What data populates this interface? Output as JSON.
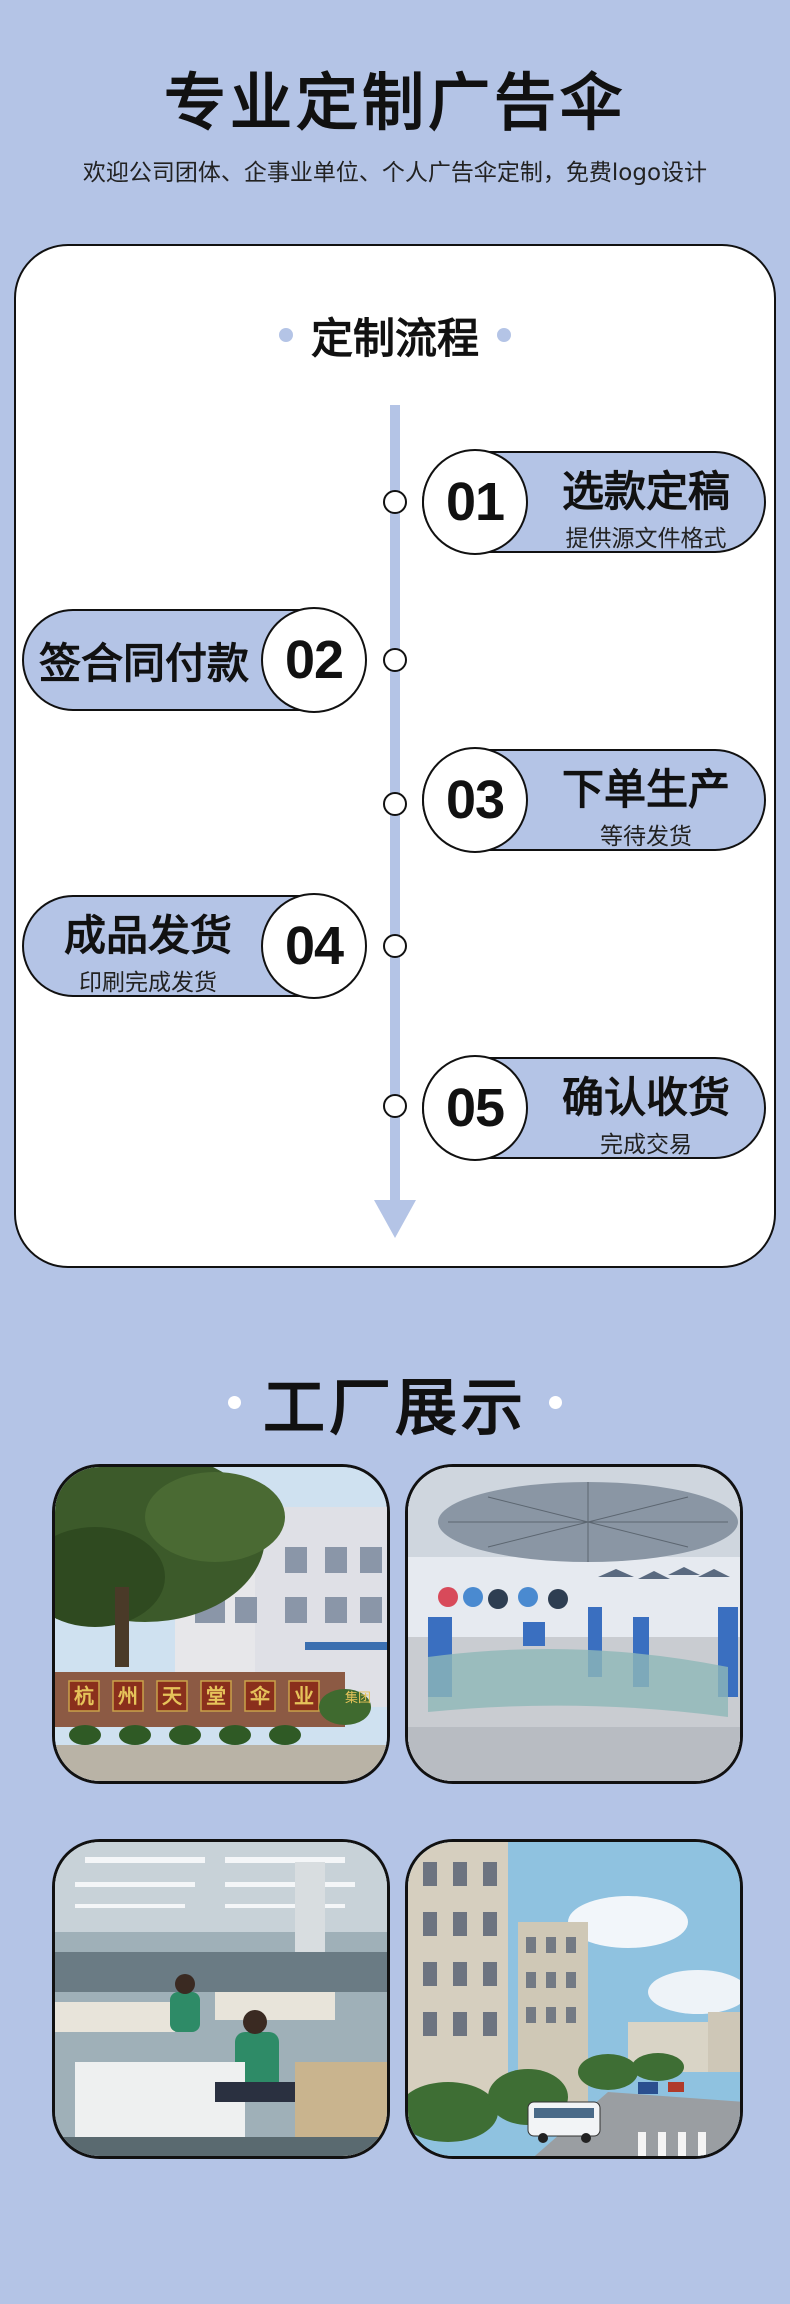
{
  "header": {
    "title": "专业定制广告伞",
    "subtitle": "欢迎公司团体、企事业单位、个人广告伞定制，免费logo设计"
  },
  "process": {
    "title": "定制流程",
    "steps": [
      {
        "number": "01",
        "title": "选款定稿",
        "subtitle": "提供源文件格式"
      },
      {
        "number": "02",
        "title": "签合同付款",
        "subtitle": ""
      },
      {
        "number": "03",
        "title": "下单生产",
        "subtitle": "等待发货"
      },
      {
        "number": "04",
        "title": "成品发货",
        "subtitle": "印刷完成发货"
      },
      {
        "number": "05",
        "title": "确认收货",
        "subtitle": "完成交易"
      }
    ]
  },
  "factory": {
    "title": "工厂展示",
    "photos": [
      {
        "name": "factory-gate-photo",
        "sign_text": "杭州天堂伞业集团"
      },
      {
        "name": "showroom-photo"
      },
      {
        "name": "workshop-photo"
      },
      {
        "name": "factory-buildings-photo"
      }
    ]
  },
  "colors": {
    "background": "#b4c4e6",
    "card": "#ffffff",
    "outline": "#111111"
  }
}
